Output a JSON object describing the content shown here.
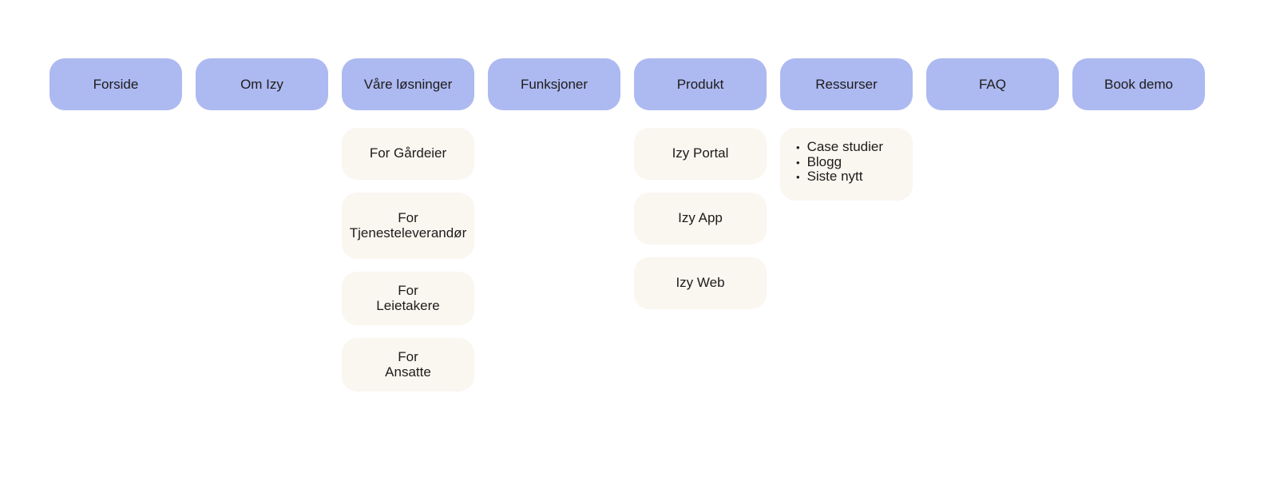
{
  "colors": {
    "nav_button": "#adb9f1",
    "sub_node": "#faf6f0",
    "text": "#1d1c1a",
    "background": "#ffffff"
  },
  "sitemap": {
    "columns": [
      {
        "label": "Forside"
      },
      {
        "label": "Om Izy"
      },
      {
        "label": "Våre løsninger",
        "children": [
          {
            "label": "For Gårdeier"
          },
          {
            "label": "For\nTjenesteleverandør"
          },
          {
            "label": "For\nLeietakere"
          },
          {
            "label": "For\nAnsatte"
          }
        ]
      },
      {
        "label": "Funksjoner"
      },
      {
        "label": "Produkt",
        "children": [
          {
            "label": "Izy Portal"
          },
          {
            "label": "Izy App"
          },
          {
            "label": "Izy Web"
          }
        ]
      },
      {
        "label": "Ressurser",
        "list": [
          "Case studier",
          "Blogg",
          "Siste nytt"
        ],
        "bullet_glyph": "•"
      },
      {
        "label": "FAQ"
      },
      {
        "label": "Book demo"
      }
    ]
  }
}
